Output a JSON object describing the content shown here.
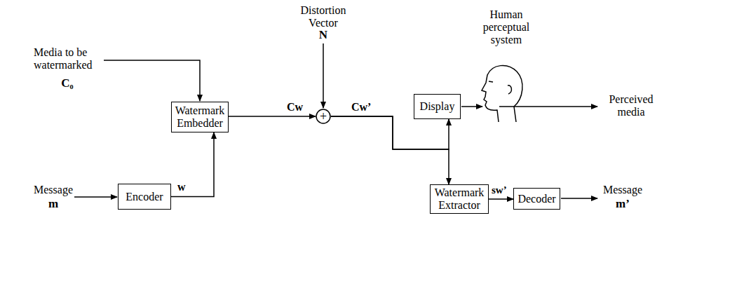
{
  "diagram": {
    "nodes": [
      {
        "text": [
          "Watermark Embedder"
        ]
      },
      {
        "text": [
          "Encoder"
        ]
      },
      {
        "text": [
          "+"
        ]
      },
      {
        "text": [
          "Display"
        ]
      },
      {
        "text": [
          "Watermark Extractor"
        ]
      },
      {
        "text": [
          "Decoder"
        ]
      }
    ],
    "edges": [
      {
        "from": 1,
        "to": 0,
        "arrow": "to",
        "label": "w"
      },
      {
        "from": 0,
        "to": 2,
        "arrow": "to",
        "label": "Cw"
      },
      {
        "from": 2,
        "to": 3,
        "arrow": "to",
        "label": "Cw’"
      },
      {
        "from": 2,
        "to": 4,
        "arrow": "to"
      },
      {
        "from": 4,
        "to": 5,
        "arrow": "to",
        "label": "sw’"
      }
    ],
    "labels": [
      "Distortion Vector",
      "N",
      "Media to be watermarked",
      "C₀",
      "Human perceptual system",
      "Perceived media",
      "Message",
      "m",
      "Message",
      "m’"
    ]
  }
}
